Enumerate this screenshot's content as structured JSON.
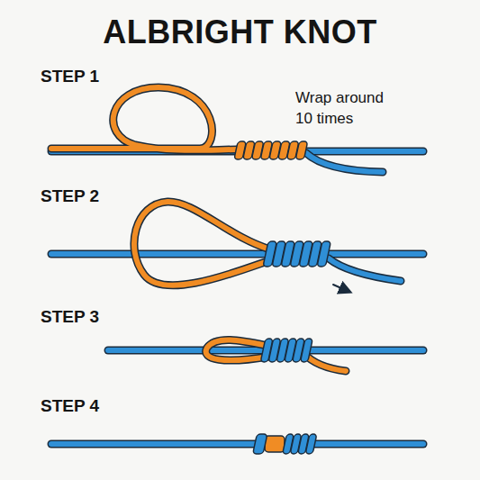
{
  "diagram": {
    "title": "ALBRIGHT KNOT",
    "labels": [
      "STEP 1",
      "Wrap around 10 times",
      "STEP 2",
      "STEP 3",
      "STEP 4"
    ]
  }
}
